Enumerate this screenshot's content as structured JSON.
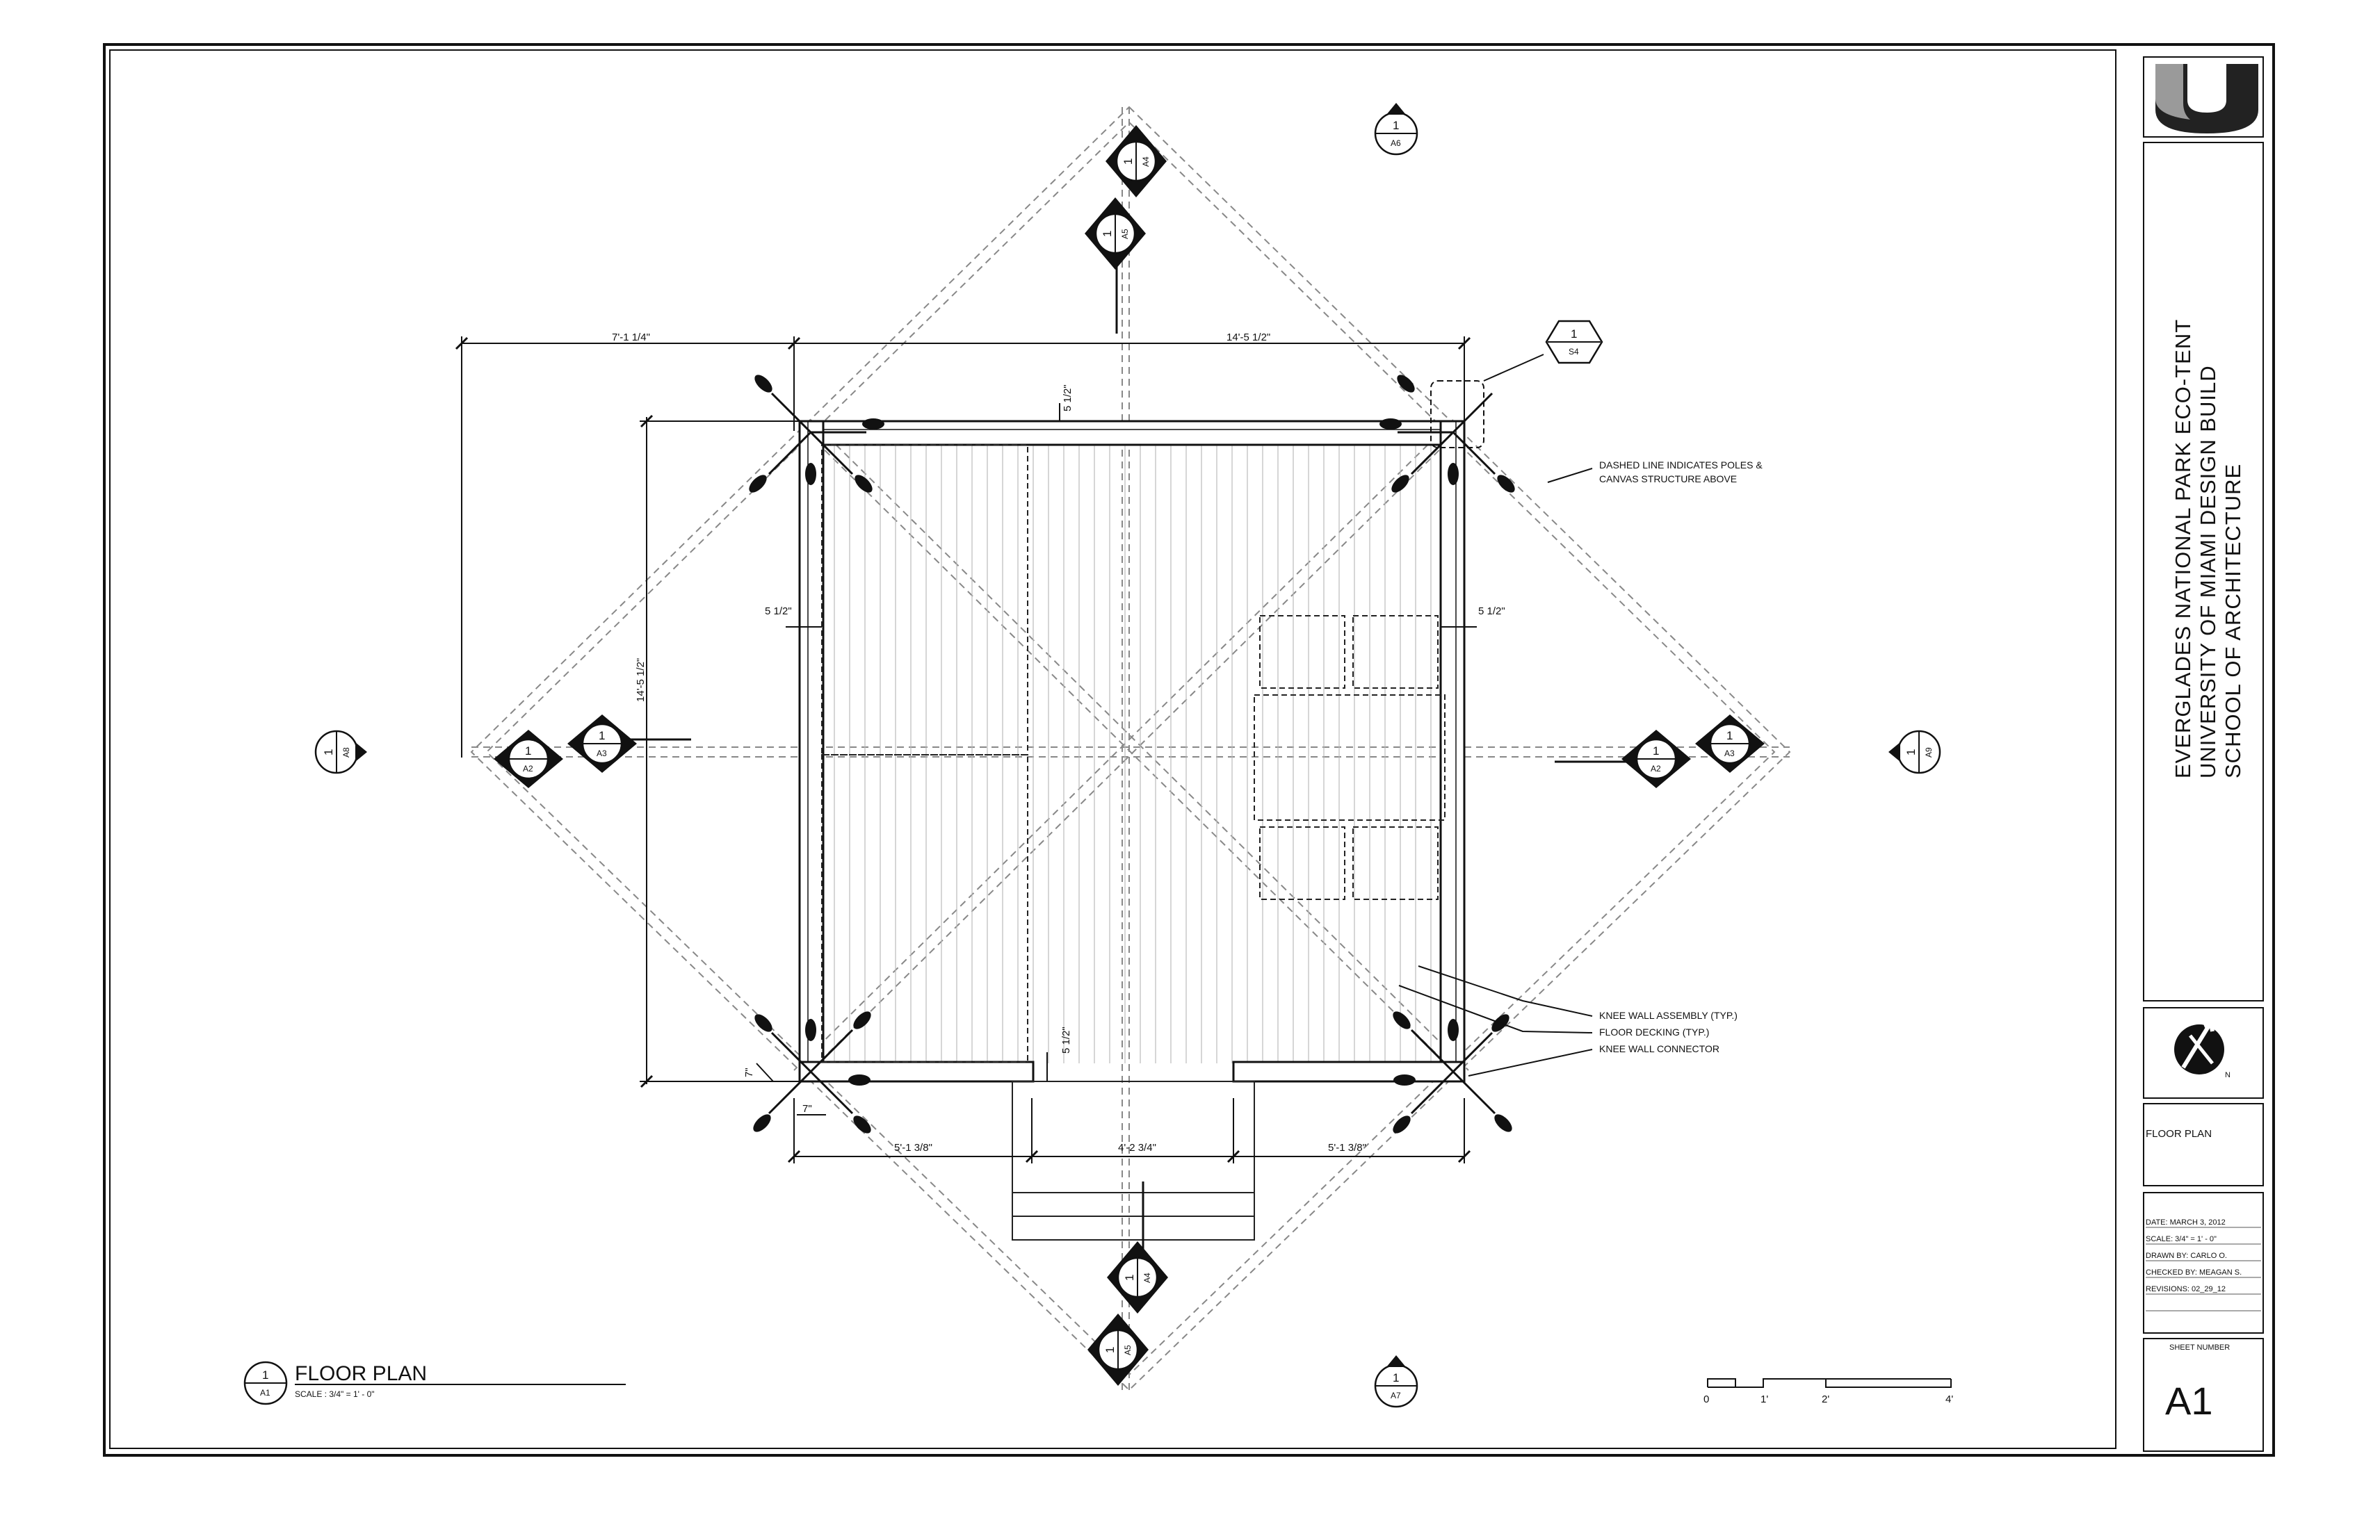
{
  "title_block": {
    "project_line1": "EVERGLADES NATIONAL PARK ECO-TENT",
    "project_line2": "UNIVERSITY OF MIAMI DESIGN BUILD",
    "project_line3": "SCHOOL OF ARCHITECTURE",
    "logo": "U",
    "north_label": "N",
    "sheet_title": "FLOOR PLAN",
    "date": "DATE: MARCH 3, 2012",
    "scale": "SCALE: 3/4\" = 1' - 0\"",
    "drawn_by": "DRAWN BY: CARLO O.",
    "checked_by": "CHECKED BY: MEAGAN S.",
    "revisions": "REVISIONS: 02_29_12",
    "sheet_number_label": "SHEET NUMBER",
    "sheet_number": "A1"
  },
  "drawing": {
    "plan_number": "1",
    "plan_sheet": "A1",
    "plan_title": "FLOOR PLAN",
    "plan_scale": "SCALE : 3/4\" = 1' - 0\""
  },
  "dimensions": {
    "top_left": "7'-1 1/4\"",
    "top_right": "14'-5 1/2\"",
    "left_vertical": "14'-5 1/2\"",
    "top_gap": "5 1/2\"",
    "left_gap": "5 1/2\"",
    "right_gap": "5 1/2\"",
    "bottom_gap": "5 1/2\"",
    "corner_v": "7\"",
    "corner_h": "7\"",
    "bottom_left": "5'-1 3/8\"",
    "bottom_mid": "4'-2 3/4\"",
    "bottom_right": "5'-1 3/8\""
  },
  "notes": {
    "dashed_line_1": "DASHED LINE INDICATES POLES &",
    "dashed_line_2": "CANVAS STRUCTURE ABOVE",
    "knee_wall": "KNEE WALL ASSEMBLY (TYP.)",
    "floor_decking": "FLOOR DECKING (TYP.)",
    "knee_connector": "KNEE WALL CONNECTOR"
  },
  "section_tags": [
    {
      "num": "1",
      "sheet": "A6"
    },
    {
      "num": "1",
      "sheet": "A4"
    },
    {
      "num": "1",
      "sheet": "A5"
    },
    {
      "num": "1",
      "sheet": "S4"
    },
    {
      "num": "1",
      "sheet": "A8"
    },
    {
      "num": "1",
      "sheet": "A2"
    },
    {
      "num": "1",
      "sheet": "A3"
    },
    {
      "num": "1",
      "sheet": "A2"
    },
    {
      "num": "1",
      "sheet": "A3"
    },
    {
      "num": "1",
      "sheet": "A9"
    },
    {
      "num": "1",
      "sheet": "A4"
    },
    {
      "num": "1",
      "sheet": "A5"
    },
    {
      "num": "1",
      "sheet": "A7"
    }
  ],
  "scale_bar": [
    "0",
    "1'",
    "2'",
    "4'"
  ]
}
